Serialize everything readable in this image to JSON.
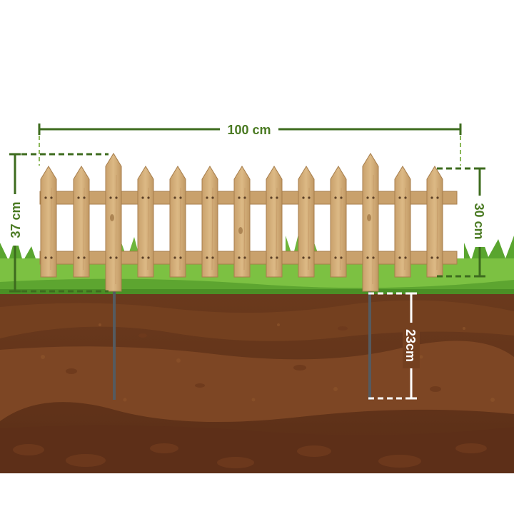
{
  "dimensions": {
    "width_label": "100 cm",
    "full_height_label": "37 cm",
    "panel_height_label": "30 cm",
    "spike_depth_label": "23cm"
  },
  "colors": {
    "dimension_green": "#3d6b1e",
    "dimension_light_green": "#8cb85a",
    "dimension_white": "#ffffff",
    "wood_light": "#d7b27e",
    "wood_dark": "#b88d58",
    "grass": "#7cc142",
    "grass_dark": "#4f9a2a",
    "soil_top": "#6a3a1c",
    "soil_mid": "#7a4422",
    "soil_deep": "#5e301a"
  }
}
